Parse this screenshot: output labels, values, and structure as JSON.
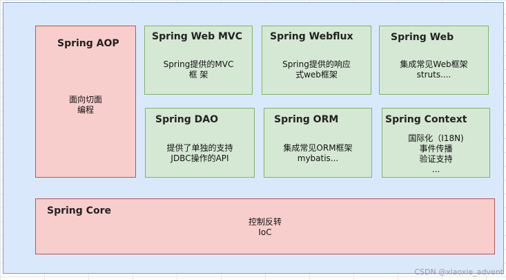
{
  "modules": {
    "aop": {
      "title": "Spring AOP",
      "lines": [
        "面向切面",
        "编程"
      ]
    },
    "web_mvc": {
      "title": "Spring Web MVC",
      "lines": [
        "Spring提供的MVC",
        "框 架"
      ]
    },
    "webflux": {
      "title": "Spring Webflux",
      "lines": [
        "Spring提供的响应",
        "式web框架"
      ]
    },
    "web": {
      "title": "Spring Web",
      "lines": [
        "集成常见Web框架",
        "struts...."
      ]
    },
    "dao": {
      "title": "Spring DAO",
      "lines": [
        "提供了单独的支持",
        "JDBC操作的API"
      ]
    },
    "orm": {
      "title": "Spring ORM",
      "lines": [
        "集成常见ORM框架",
        "mybatis..."
      ]
    },
    "context": {
      "title": "Spring Context",
      "lines": [
        "国际化（I18N)",
        "事件传播",
        "验证支持",
        "..."
      ]
    },
    "core": {
      "title": "Spring Core",
      "lines": [
        "控制反转",
        "IoC"
      ]
    }
  },
  "colors": {
    "frame_fill": "#dae8fc",
    "green_fill": "#d5e8d4",
    "green_border": "#82b366",
    "red_fill": "#f8cecc",
    "red_border": "#b85450"
  },
  "watermark": "CSDN @xiaoxie_advent"
}
